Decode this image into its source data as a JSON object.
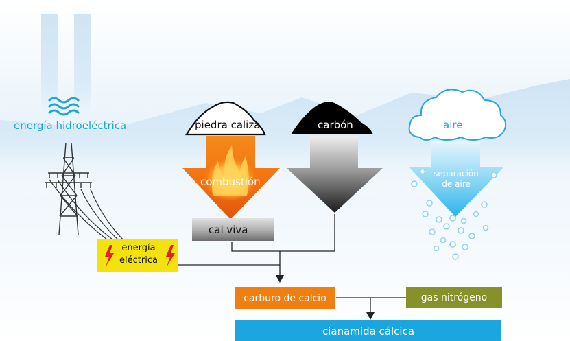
{
  "diagram": {
    "inputs": {
      "hydro": "energía hidroeléctrica",
      "limestone": "piedra caliza",
      "combustion": "combustión",
      "coal": "carbón",
      "air": "aire",
      "air_separation": [
        "separación",
        "de aire"
      ]
    },
    "intermediates": {
      "quicklime": "cal viva",
      "electric_energy": [
        "energía",
        "eléctrica"
      ],
      "calcium_carbide": "carburo de calcio",
      "nitrogen_gas": "gas nitrógeno"
    },
    "product": "cianamida cálcica",
    "icons": {
      "hydro": "water-waves-icon",
      "tower": "power-pylon-icon",
      "lightning": "lightning-bolt-icon",
      "cloud": "cloud-icon",
      "flame": "flame-icon"
    },
    "colors": {
      "hydro_text": "#1ca6d9",
      "sky_gradient_top": "#ffffff",
      "sky_silhouette": "#dcecf8",
      "combustion_orange": "#f07a12",
      "coal_gray": "#3a3a3a",
      "air_blue": "#4cc1ee",
      "electric_yellow": "#f3e20d",
      "bolt_red": "#e2231a",
      "carbide_orange": "#f07f0f",
      "nitrogen_olive": "#86912a",
      "product_blue": "#1ba6df"
    }
  }
}
